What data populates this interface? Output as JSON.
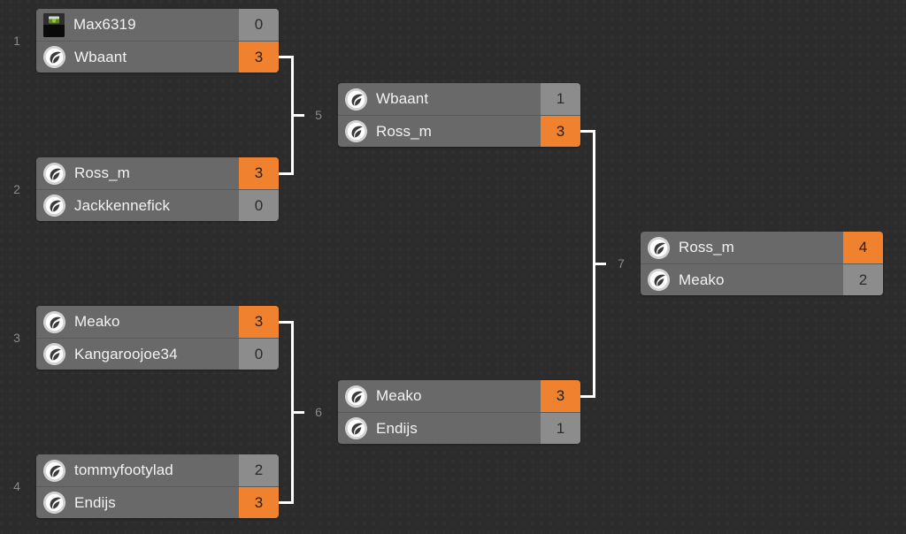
{
  "app": {
    "view_name": "tournament-bracket",
    "colors": {
      "background": "#2c2c2c",
      "slot_background": "#696969",
      "score_background": "#8c8c8c",
      "winner_accent": "#f0812f",
      "connector": "#ffffff",
      "text": "#f2f2f2",
      "match_number_text": "#8a8a8a"
    }
  },
  "rounds": [
    {
      "name": "round-1",
      "matches": [
        {
          "number": "1",
          "slots": [
            {
              "name": "Max6319",
              "score": "0",
              "winner": false,
              "avatar": "photo-avatar-icon"
            },
            {
              "name": "Wbaant",
              "score": "3",
              "winner": true,
              "avatar": "default-avatar-icon"
            }
          ]
        },
        {
          "number": "2",
          "slots": [
            {
              "name": "Ross_m",
              "score": "3",
              "winner": true,
              "avatar": "default-avatar-icon"
            },
            {
              "name": "Jackkennefick",
              "score": "0",
              "winner": false,
              "avatar": "default-avatar-icon"
            }
          ]
        },
        {
          "number": "3",
          "slots": [
            {
              "name": "Meako",
              "score": "3",
              "winner": true,
              "avatar": "default-avatar-icon"
            },
            {
              "name": "Kangaroojoe34",
              "score": "0",
              "winner": false,
              "avatar": "default-avatar-icon"
            }
          ]
        },
        {
          "number": "4",
          "slots": [
            {
              "name": "tommyfootylad",
              "score": "2",
              "winner": false,
              "avatar": "default-avatar-icon"
            },
            {
              "name": "Endijs",
              "score": "3",
              "winner": true,
              "avatar": "default-avatar-icon"
            }
          ]
        }
      ]
    },
    {
      "name": "round-2",
      "matches": [
        {
          "number": "5",
          "slots": [
            {
              "name": "Wbaant",
              "score": "1",
              "winner": false,
              "avatar": "default-avatar-icon"
            },
            {
              "name": "Ross_m",
              "score": "3",
              "winner": true,
              "avatar": "default-avatar-icon"
            }
          ]
        },
        {
          "number": "6",
          "slots": [
            {
              "name": "Meako",
              "score": "3",
              "winner": true,
              "avatar": "default-avatar-icon"
            },
            {
              "name": "Endijs",
              "score": "1",
              "winner": false,
              "avatar": "default-avatar-icon"
            }
          ]
        }
      ]
    },
    {
      "name": "round-3",
      "matches": [
        {
          "number": "7",
          "slots": [
            {
              "name": "Ross_m",
              "score": "4",
              "winner": true,
              "avatar": "default-avatar-icon"
            },
            {
              "name": "Meako",
              "score": "2",
              "winner": false,
              "avatar": "default-avatar-icon"
            }
          ]
        }
      ]
    }
  ]
}
